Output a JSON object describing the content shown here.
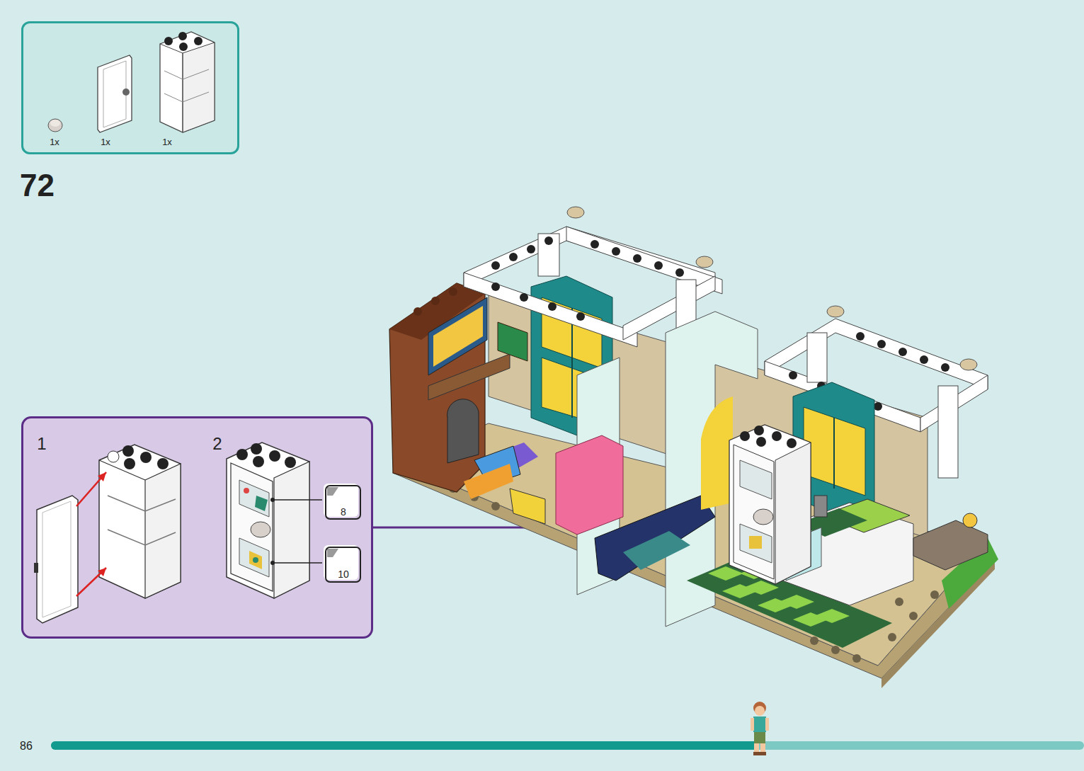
{
  "diagram": {
    "nodes": [
      {
        "text": [
          "1x",
          "1x",
          "1x"
        ]
      },
      {
        "text": [
          "1",
          "2"
        ]
      },
      {
        "text": [
          "8"
        ],
        "in": 1
      },
      {
        "text": [
          "10"
        ],
        "in": 1
      }
    ],
    "labels": [
      "72",
      "86"
    ]
  }
}
